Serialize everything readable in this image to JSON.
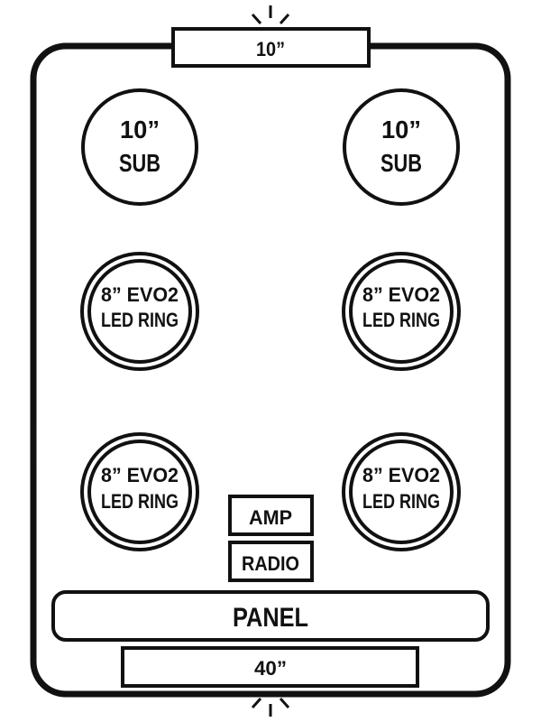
{
  "colors": {
    "stroke": "#111111",
    "background": "#ffffff"
  },
  "top_dimension": "10”",
  "bottom_dimension": "40”",
  "subs": [
    {
      "line1": "10”",
      "line2": "SUB"
    },
    {
      "line1": "10”",
      "line2": "SUB"
    }
  ],
  "led_rings": [
    {
      "line1": "8” EVO2",
      "line2": "LED RING"
    },
    {
      "line1": "8” EVO2",
      "line2": "LED RING"
    },
    {
      "line1": "8” EVO2",
      "line2": "LED RING"
    },
    {
      "line1": "8” EVO2",
      "line2": "LED RING"
    }
  ],
  "amp_label": "AMP",
  "radio_label": "RADIO",
  "panel_label": "PANEL"
}
